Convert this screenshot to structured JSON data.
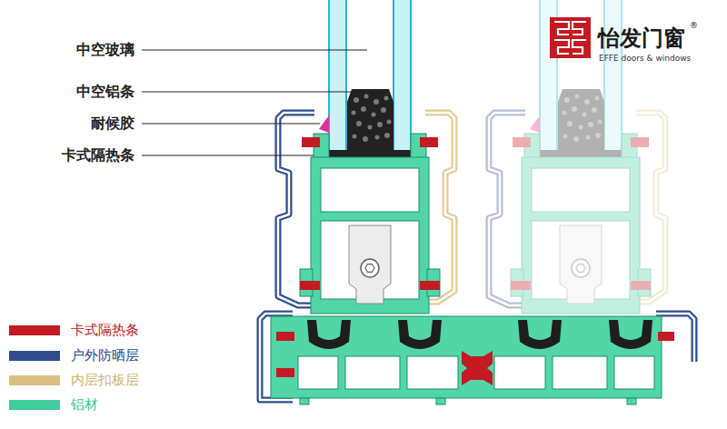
{
  "diagram": {
    "labels": [
      "中空玻璃",
      "中空铝条",
      "耐候胶",
      "卡式隔热条",
      "怡发门窗",
      "®",
      "EFFE doors & windows"
    ],
    "legend": [
      {
        "text": "卡式隔热条",
        "color": "#c41a22"
      },
      {
        "text": "户外防晒层",
        "color": "#2f4d8e"
      },
      {
        "text": "内层扣板层",
        "color": "#d9bf80"
      },
      {
        "text": "铝材",
        "color": "#3ecf9c"
      }
    ]
  }
}
